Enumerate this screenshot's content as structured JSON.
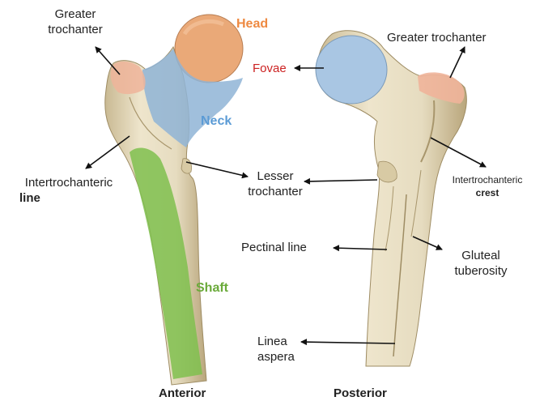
{
  "colors": {
    "head": "#ee8a42",
    "fovae": "#cc2222",
    "neck": "#5b9bd5",
    "shaft": "#6aaa3a",
    "bone": "#e9dfc4",
    "bone_shadow": "#c8b892",
    "text": "#222222"
  },
  "anterior": {
    "view_label": "Anterior",
    "greater_trochanter": [
      "Greater",
      "trochanter"
    ],
    "head": "Head",
    "neck": "Neck",
    "intertrochanteric_line": [
      "Intertrochanteric",
      "line"
    ],
    "shaft": "Shaft"
  },
  "posterior": {
    "view_label": "Posterior",
    "fovae": "Fovae",
    "greater_trochanter": "Greater trochanter",
    "lesser_trochanter": [
      "Lesser",
      "trochanter"
    ],
    "intertrochanteric_crest": [
      "Intertrochanteric",
      "crest"
    ],
    "pectinal_line": "Pectinal line",
    "gluteal_tuberosity": [
      "Gluteal",
      "tuberosity"
    ],
    "linea_aspera": [
      "Linea",
      "aspera"
    ]
  }
}
